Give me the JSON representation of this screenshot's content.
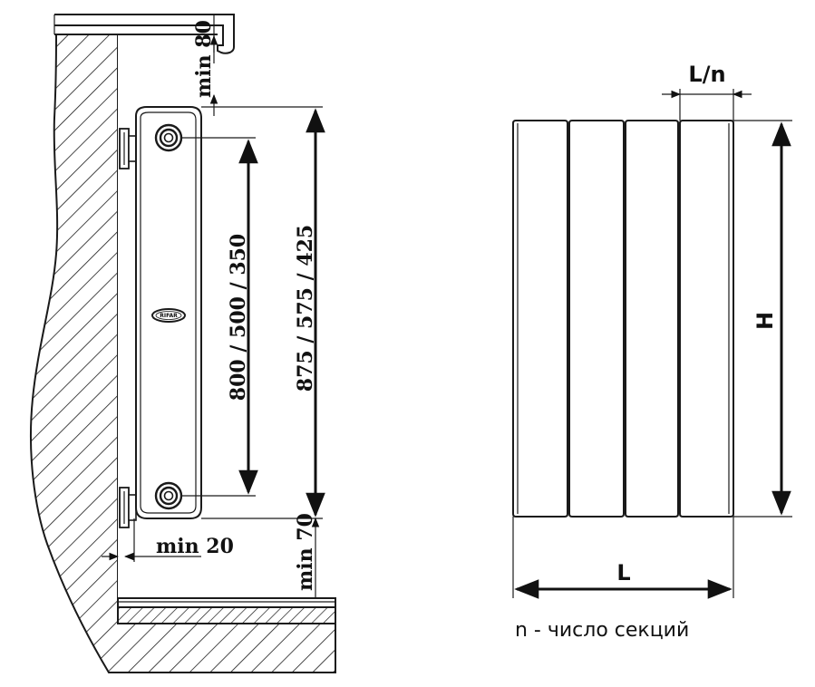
{
  "left_view": {
    "dim_top_clearance": "min 80",
    "dim_center_distance": "800 / 500 / 350",
    "dim_total_height": "875 / 575 / 425",
    "dim_wall_clearance": "min 20",
    "dim_floor_clearance": "min 70",
    "logo_text": "RIFAR"
  },
  "right_view": {
    "dim_section_width": "L/n",
    "dim_height": "H",
    "dim_length": "L",
    "note": "n - число секций"
  },
  "colors": {
    "line": "#1a1a1a",
    "background": "#ffffff"
  }
}
